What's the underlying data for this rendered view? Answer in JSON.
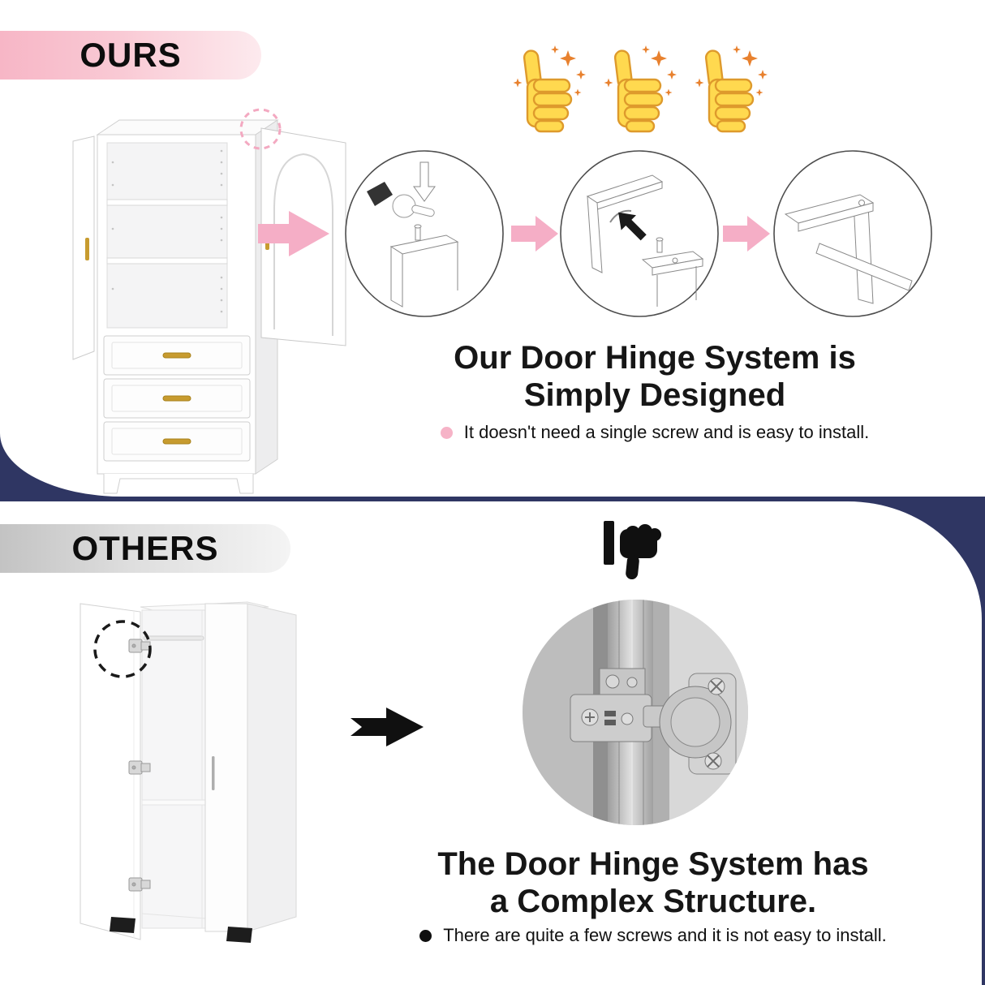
{
  "meta": {
    "kind": "product-comparison-infographic",
    "subject": "wardrobe door hinge system"
  },
  "colors": {
    "background_navy": "#2f3663",
    "accent_pink": "#f5aec6",
    "pink_badge_gradient_start": "#f7b6c6",
    "pink_badge_gradient_end": "#fdeaee",
    "gray_badge_gradient_start": "#c3c3c3",
    "gray_badge_gradient_end": "#f4f4f4",
    "thumb_yellow": "#ffd94f",
    "sparkle_orange": "#e8812e",
    "handle_gold": "#c79b2f",
    "text_black": "#161616"
  },
  "ours_section": {
    "label": "OURS",
    "heading_line1": "Our Door Hinge System is",
    "heading_line2": "Simply Designed",
    "bullet_text": "It doesn't need a single screw and is easy to install.",
    "thumbs_up_count": 3,
    "install_step_count": 3
  },
  "others_section": {
    "label": "OTHERS",
    "heading_line1": "The Door Hinge System has",
    "heading_line2": "a Complex Structure.",
    "bullet_text": "There are quite a few screws and it is not easy to install."
  },
  "icons": {
    "thumbs_up": "thumbs-up-sparkle-icon",
    "thumbs_down": "thumbs-down-icon",
    "pink_arrow": "pink-arrow-right-icon",
    "black_arrow": "black-arrow-right-icon",
    "pink_dashed_circle": "pink-dashed-circle",
    "black_dashed_circle": "black-dashed-circle"
  }
}
